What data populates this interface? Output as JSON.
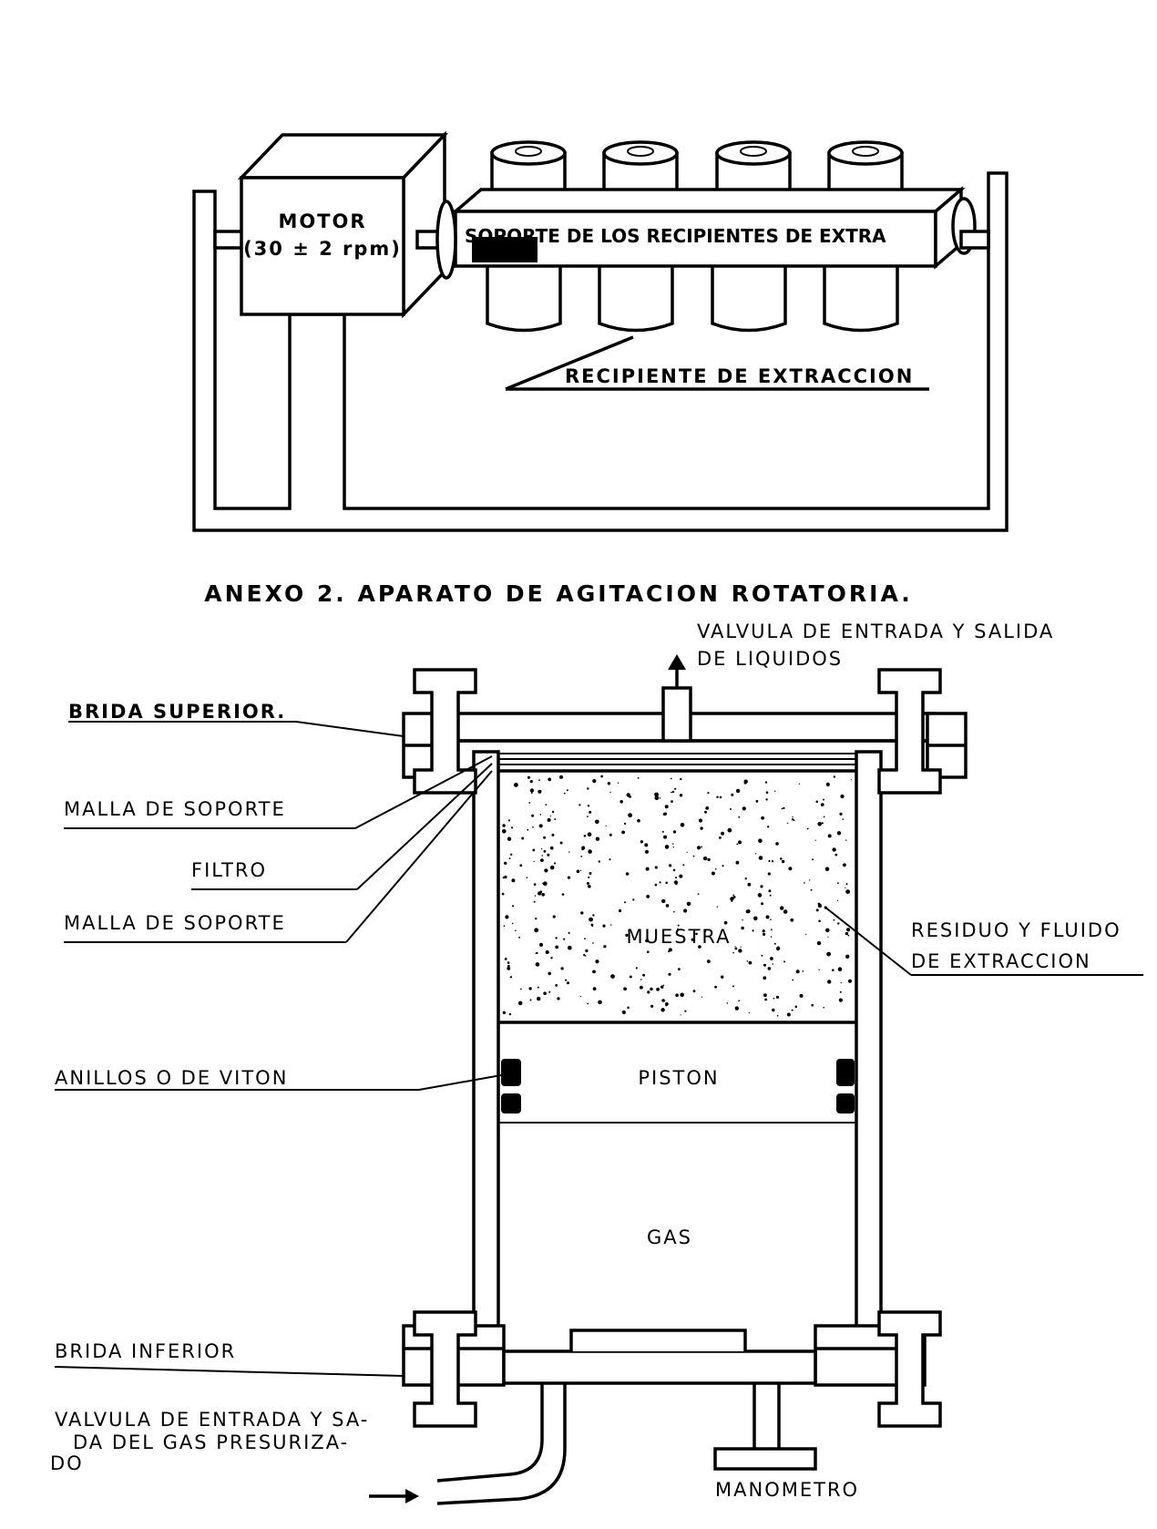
{
  "annex2": {
    "caption": "ANEXO 2. APARATO DE AGITACION ROTATORIA.",
    "motor_label": "MOTOR",
    "motor_rpm": "(30 ± 2 rpm)",
    "support_label": "SOPORTE DE LOS RECIPIENTES DE EXTRA",
    "vessel_label": "RECIPIENTE DE EXTRACCION"
  },
  "extractor": {
    "valve_top_line1": "VALVULA DE ENTRADA Y SALIDA",
    "valve_top_line2": "DE LIQUIDOS",
    "brida_superior": "BRIDA SUPERIOR.",
    "malla_soporte_1": "MALLA DE SOPORTE",
    "filtro": "FILTRO",
    "malla_soporte_2": "MALLA DE SOPORTE",
    "residuo_line1": "RESIDUO Y FLUIDO",
    "residuo_line2": "DE EXTRACCION",
    "muestra": "MUESTRA",
    "anillos": "ANILLOS O DE VITON",
    "piston": "PISTON",
    "gas": "GAS",
    "brida_inferior": "BRIDA INFERIOR",
    "valve_gas_line1": "VALVULA DE ENTRADA Y SA-",
    "valve_gas_line2": "DA DEL GAS PRESURIZA-",
    "valve_gas_line3": "DO",
    "manometro": "MANOMETRO"
  }
}
